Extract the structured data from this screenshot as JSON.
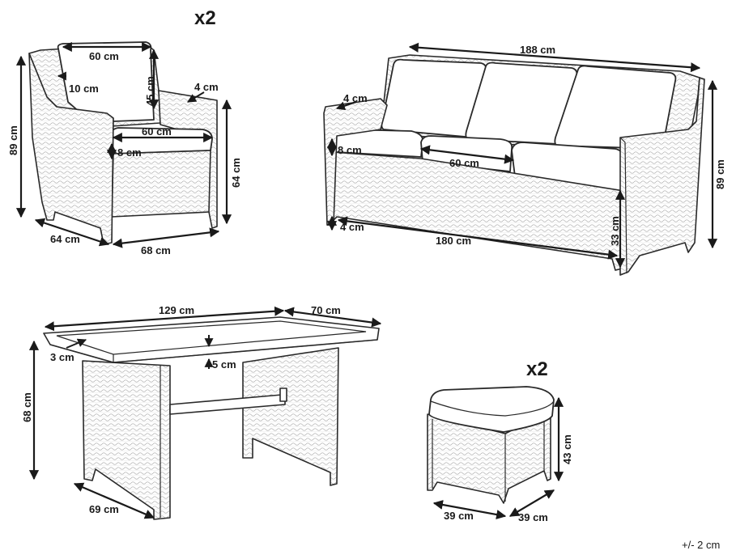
{
  "quantities": {
    "armchair": "x2",
    "stool": "x2"
  },
  "armchair": {
    "cushion_width": "60 cm",
    "armrest_inset": "10 cm",
    "back_height": "45 cm",
    "armrest_width": "4 cm",
    "seat_width": "60 cm",
    "seat_thickness": "8 cm",
    "height": "89 cm",
    "seat_height": "64 cm",
    "depth": "64 cm",
    "width": "68 cm"
  },
  "sofa": {
    "width": "188 cm",
    "armrest_width": "4 cm",
    "seat_thickness": "8 cm",
    "seat_cushion_width": "60 cm",
    "height": "89 cm",
    "leg_height": "4 cm",
    "inner_width": "180 cm",
    "seat_height": "33 cm"
  },
  "table": {
    "length": "129 cm",
    "width": "70 cm",
    "edge": "3 cm",
    "top_thickness": "5 cm",
    "height": "68 cm",
    "base_depth": "69 cm"
  },
  "stool": {
    "height": "43 cm",
    "width": "39 cm",
    "depth": "39 cm"
  },
  "tolerance": "+/- 2 cm"
}
